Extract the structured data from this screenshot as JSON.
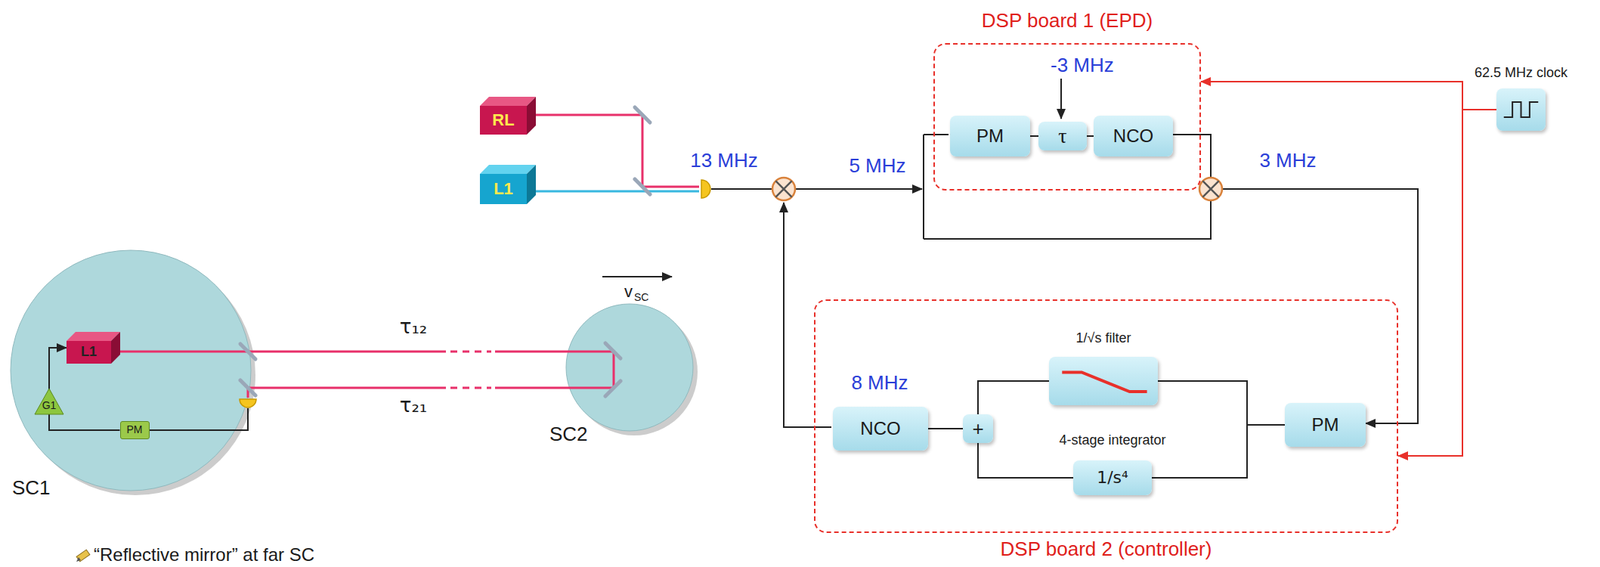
{
  "diagram": {
    "nodes": [
      {
        "text": [
          "RL"
        ]
      },
      {
        "text": [
          "L1"
        ]
      },
      {
        "text": [
          "DSP board 1 (EPD)"
        ]
      },
      {
        "text": [
          "PM"
        ],
        "in": 2
      },
      {
        "text": [
          "τ"
        ],
        "in": 2
      },
      {
        "text": [
          "NCO"
        ],
        "in": 2
      },
      {
        "text": [
          "62.5 MHz clock"
        ]
      },
      {
        "text": [
          "SC1"
        ]
      },
      {
        "text": [
          "L1"
        ],
        "in": 7
      },
      {
        "text": [
          "G1"
        ],
        "in": 7
      },
      {
        "text": [
          "PM"
        ],
        "in": 7
      },
      {
        "text": [
          "SC2"
        ]
      },
      {
        "text": [
          "DSP board 2 (controller)"
        ]
      },
      {
        "text": [
          "NCO"
        ],
        "in": 12
      },
      {
        "text": [
          "+"
        ],
        "in": 12
      },
      {
        "text": [
          "1/√s filter"
        ],
        "in": 12
      },
      {
        "text": [
          "4-stage integrator",
          "1/s⁴"
        ],
        "in": 12
      },
      {
        "text": [
          "PM"
        ],
        "in": 12
      }
    ],
    "edges": [
      {
        "from": 3,
        "to": 4,
        "arrow": "none"
      },
      {
        "from": 4,
        "to": 5,
        "arrow": "none"
      },
      {
        "from": 6,
        "to": 2,
        "arrow": "to"
      },
      {
        "from": 6,
        "to": 12,
        "arrow": "to"
      },
      {
        "from": 9,
        "to": 8,
        "arrow": "to"
      },
      {
        "from": 10,
        "to": 9,
        "arrow": "none"
      },
      {
        "from": 17,
        "to": 15,
        "arrow": "none"
      },
      {
        "from": 17,
        "to": 16,
        "arrow": "none"
      },
      {
        "from": 15,
        "to": 14,
        "arrow": "none"
      },
      {
        "from": 16,
        "to": 14,
        "arrow": "none"
      },
      {
        "from": 14,
        "to": 13,
        "arrow": "none"
      }
    ],
    "labels": [
      "13 MHz",
      "5 MHz",
      "-3 MHz",
      "3 MHz",
      "8 MHz",
      "τ₁₂",
      "τ₂₁",
      "v",
      "SC",
      "“Reflective mirror” at far SC"
    ]
  }
}
